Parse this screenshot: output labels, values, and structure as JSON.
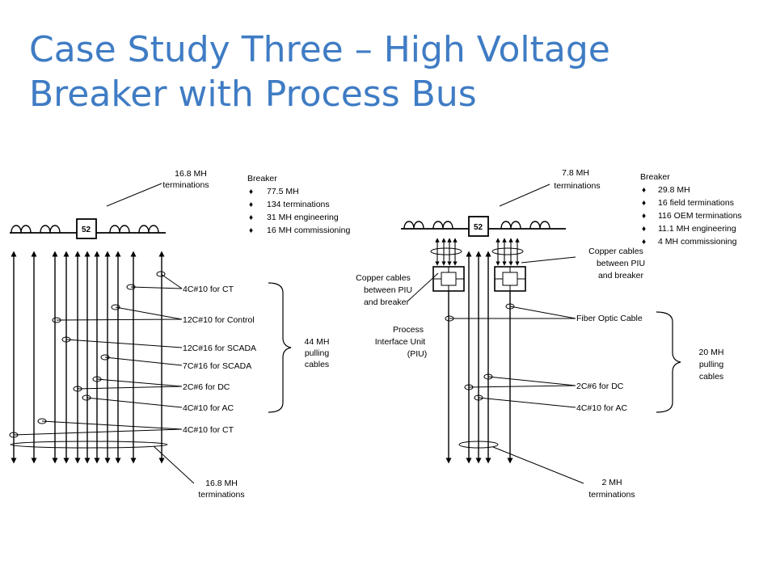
{
  "title_line1": "Case Study Three – High Voltage",
  "title_line2": "Breaker with Process Bus",
  "colors": {
    "title": "#3f7cc4",
    "ink": "#000000"
  },
  "left": {
    "breaker_label": "52",
    "top_terminations": [
      "16.8 MH",
      "terminations"
    ],
    "bottom_terminations": [
      "16.8 MH",
      "terminations"
    ],
    "breaker_stats_header": "Breaker",
    "breaker_stats": [
      "77.5 MH",
      "134 terminations",
      "31 MH engineering",
      "16 MH commissioning"
    ],
    "cable_labels": [
      "4C#10 for CT",
      "12C#10 for Control",
      "12C#16 for SCADA",
      "7C#16 for SCADA",
      "2C#6 for DC",
      "4C#10 for AC",
      "4C#10 for CT"
    ],
    "pulling": [
      "44 MH",
      "pulling",
      "cables"
    ]
  },
  "right": {
    "breaker_label": "52",
    "top_terminations": [
      "7.8 MH",
      "terminations"
    ],
    "bottom_terminations": [
      "2 MH",
      "terminations"
    ],
    "breaker_stats_header": "Breaker",
    "breaker_stats": [
      "29.8 MH",
      "16 field terminations",
      "116 OEM terminations",
      "11.1 MH engineering",
      "4 MH commissioning"
    ],
    "copper_left": [
      "Copper cables",
      "between PIU",
      "and breaker"
    ],
    "copper_right": [
      "Copper cables",
      "between PIU",
      "and breaker"
    ],
    "piu": [
      "Process",
      "Interface Unit",
      "(PIU)"
    ],
    "cable_labels": [
      "Fiber Optic Cable",
      "2C#6 for DC",
      "4C#10 for AC"
    ],
    "pulling": [
      "20 MH",
      "pulling",
      "cables"
    ]
  }
}
